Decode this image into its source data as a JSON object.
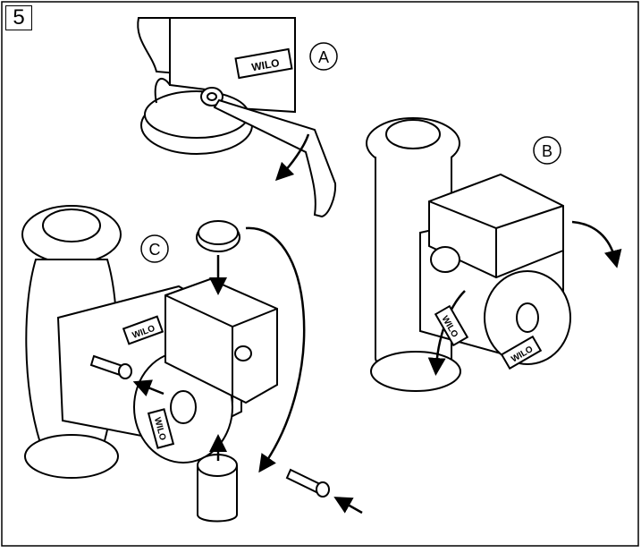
{
  "figure": {
    "number": "5"
  },
  "panels": {
    "a": {
      "label": "A"
    },
    "b": {
      "label": "B"
    },
    "c": {
      "label": "C"
    }
  },
  "brand": {
    "logo_text": "WILO"
  },
  "colors": {
    "ink": "#000000",
    "paper": "#ffffff",
    "shade": "#d9d9d9"
  }
}
